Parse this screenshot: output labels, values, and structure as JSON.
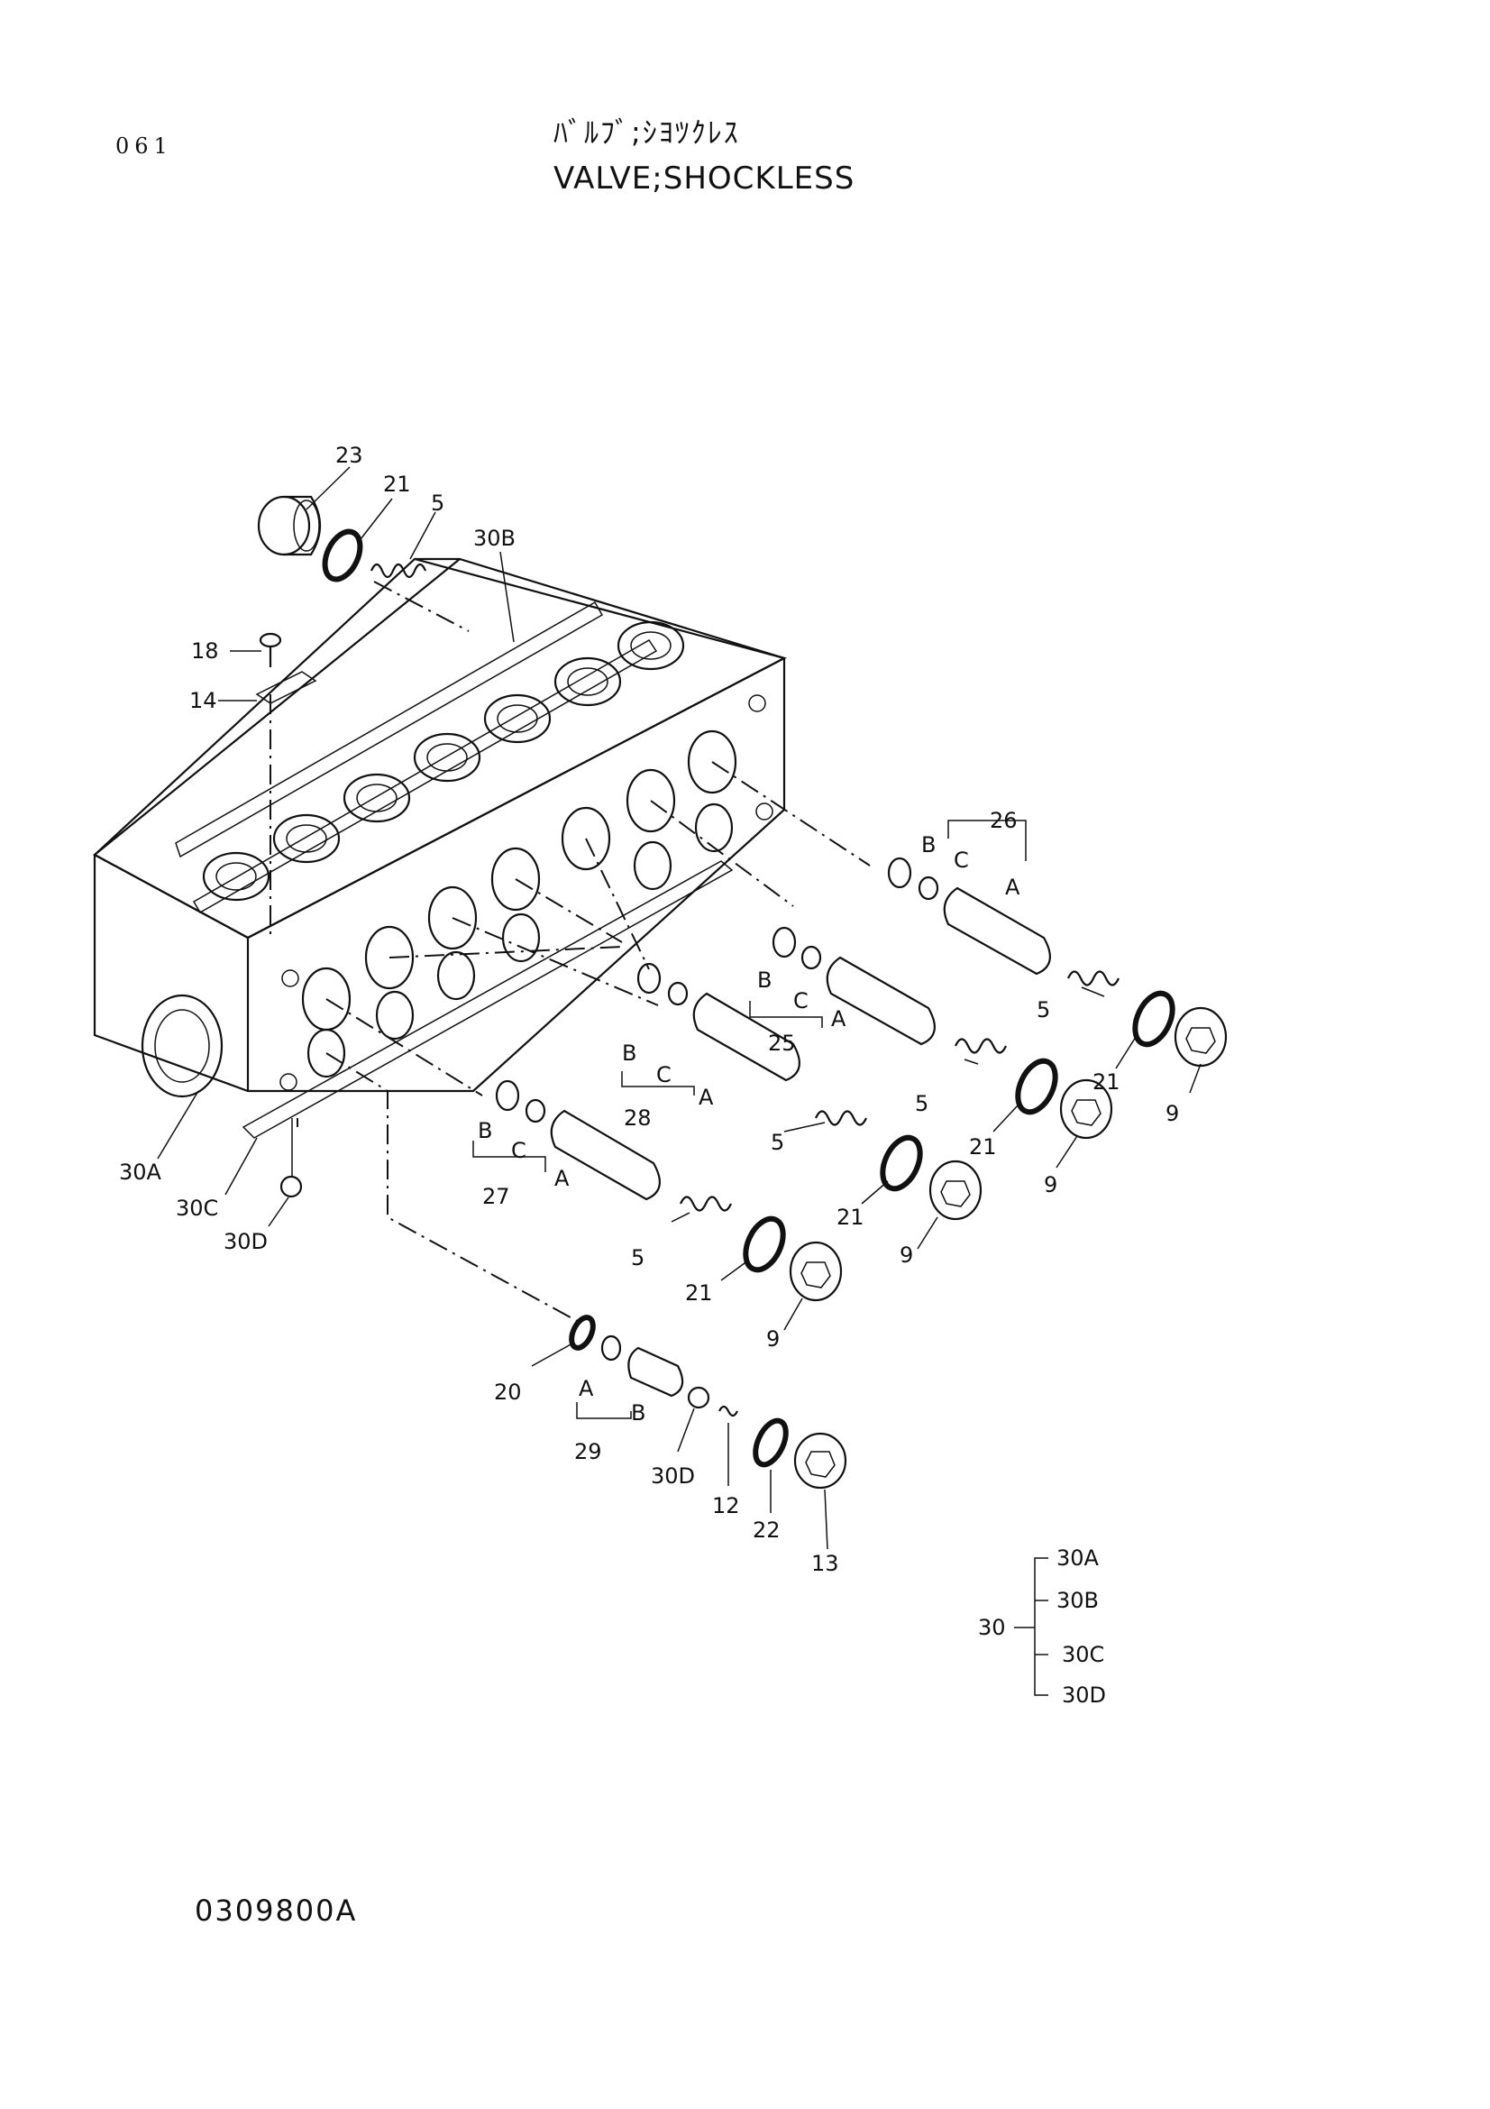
{
  "header": {
    "page_code": "061",
    "title_jp": "ﾊﾞﾙﾌﾞ;ｼﾖﾂｸﾚｽ",
    "title_en": "VALVE;SHOCKLESS"
  },
  "footer": {
    "drawing_code": "0309800A"
  },
  "callouts": {
    "c23": "23",
    "c21_top": "21",
    "c5_top": "5",
    "c30B": "30B",
    "c18": "18",
    "c14": "14",
    "c30A": "30A",
    "c30C": "30C",
    "c30D_left": "30D",
    "c26": "26",
    "c26_B": "B",
    "c26_C": "C",
    "c26_A": "A",
    "c25": "25",
    "c25_B": "B",
    "c25_C": "C",
    "c25_A": "A",
    "c28": "28",
    "c28_B": "B",
    "c28_C": "C",
    "c28_A": "A",
    "c27": "27",
    "c27_B": "B",
    "c27_C": "C",
    "c27_A": "A",
    "c5_r1": "5",
    "c21_r1": "21",
    "c9_r1": "9",
    "c5_r2": "5",
    "c21_r2": "21",
    "c9_r2": "9",
    "c5_r3": "5",
    "c21_r3": "21",
    "c9_r3": "9",
    "c5_r4": "5",
    "c21_r4": "21",
    "c9_r4": "9",
    "c20": "20",
    "c29": "29",
    "c29_A": "A",
    "c29_B": "B",
    "c30D_bottom": "30D",
    "c12": "12",
    "c22": "22",
    "c13": "13"
  },
  "assembly_legend": {
    "parent": "30",
    "children": [
      "30A",
      "30B",
      "30C",
      "30D"
    ]
  }
}
